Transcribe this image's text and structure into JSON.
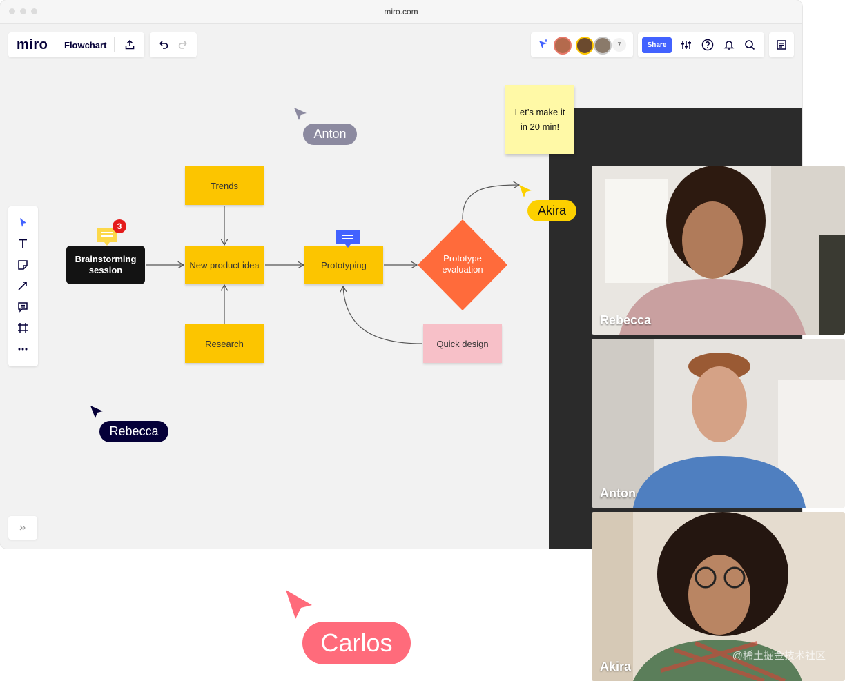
{
  "browser": {
    "url": "miro.com"
  },
  "app": {
    "logo": "miro",
    "board_name": "Flowchart",
    "share_label": "Share",
    "collaborator_count": "7"
  },
  "flowchart": {
    "brainstorming": "Brainstorming session",
    "brainstorming_badge": "3",
    "trends": "Trends",
    "new_product_idea": "New product idea",
    "research": "Research",
    "prototyping": "Prototyping",
    "prototype_evaluation": "Prototype evaluation",
    "quick_design": "Quick design"
  },
  "sticky_note": {
    "text": "Let’s make it in 20 min!"
  },
  "cursors": {
    "anton": "Anton",
    "akira": "Akira",
    "rebecca": "Rebecca",
    "carlos": "Carlos"
  },
  "videos": [
    {
      "name": "Rebecca"
    },
    {
      "name": "Anton"
    },
    {
      "name": "Akira"
    }
  ],
  "colors": {
    "yellow": "#fcc500",
    "orange": "#ff6b3b",
    "pink": "#f7c0c8",
    "share_blue": "#4262ff",
    "carlos": "#ff6b7b",
    "anton": "#8c8aa0",
    "rebecca": "#050038",
    "akira": "#fcd000"
  },
  "watermark": "@稀土掘金技术社区"
}
